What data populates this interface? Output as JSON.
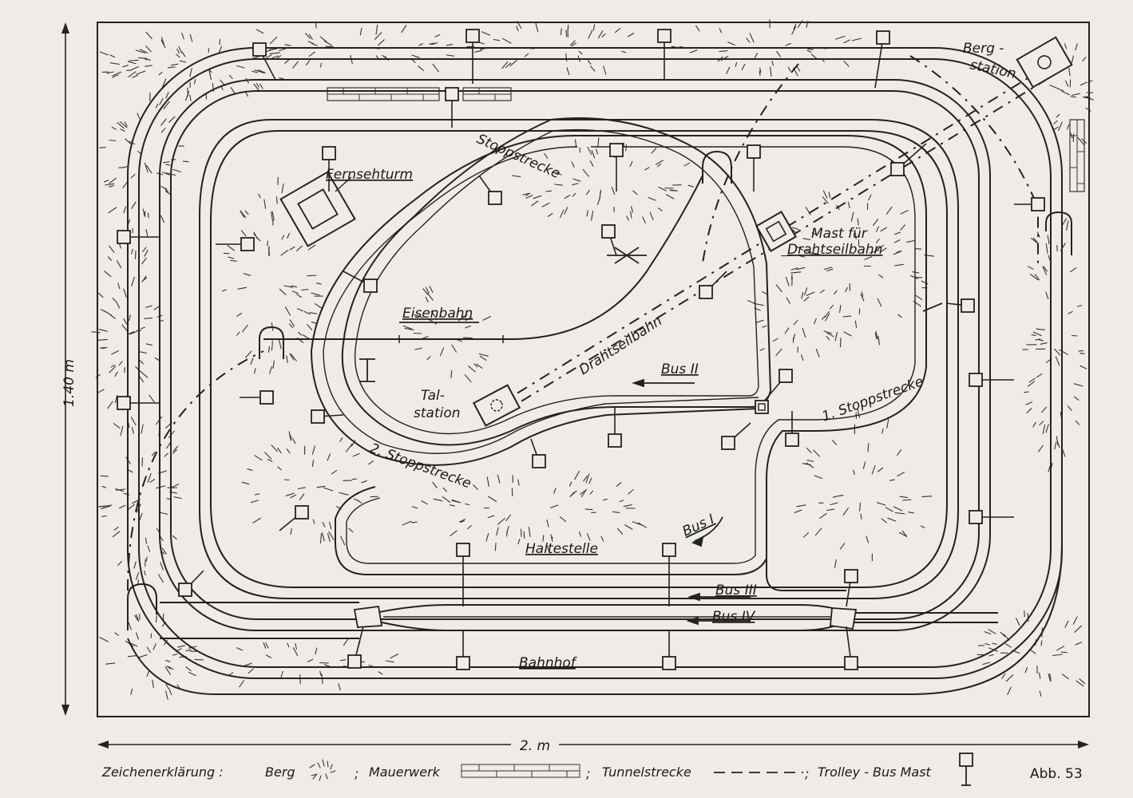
{
  "dimensions": {
    "height_label": "1.40 m",
    "width_label": "2. m"
  },
  "labels": {
    "bergstation": [
      "Berg -",
      "station"
    ],
    "fernsehturm": "Fernsehturm",
    "mast_drahtseilbahn": [
      "Mast für",
      "Drahtseilbahn"
    ],
    "eisenbahn": "Eisenbahn",
    "drahtseilbahn": "Drahtseilbahn",
    "bus_2": "Bus II",
    "talstation": [
      "Tal-",
      "station"
    ],
    "stoppstrecke_1": "1. Stoppstrecke",
    "stoppstrecke_2": "2. Stoppstrecke",
    "stoppstrecke_top": "Stoppstrecke",
    "bus_1": "Bus I",
    "haltestelle": "Haltestelle",
    "bus_3": "Bus III",
    "bus_4": "Bus IV",
    "bahnhof": "Bahnhof"
  },
  "legend": {
    "title": "Zeichenerklärung :",
    "berg": "Berg",
    "sep1": ";",
    "mauerwerk": "Mauerwerk",
    "sep2": ";",
    "tunnel": "Tunnelstrecke",
    "sep3": ";",
    "trolley": "Trolley - Bus Mast"
  },
  "figure_number": "Abb. 53"
}
